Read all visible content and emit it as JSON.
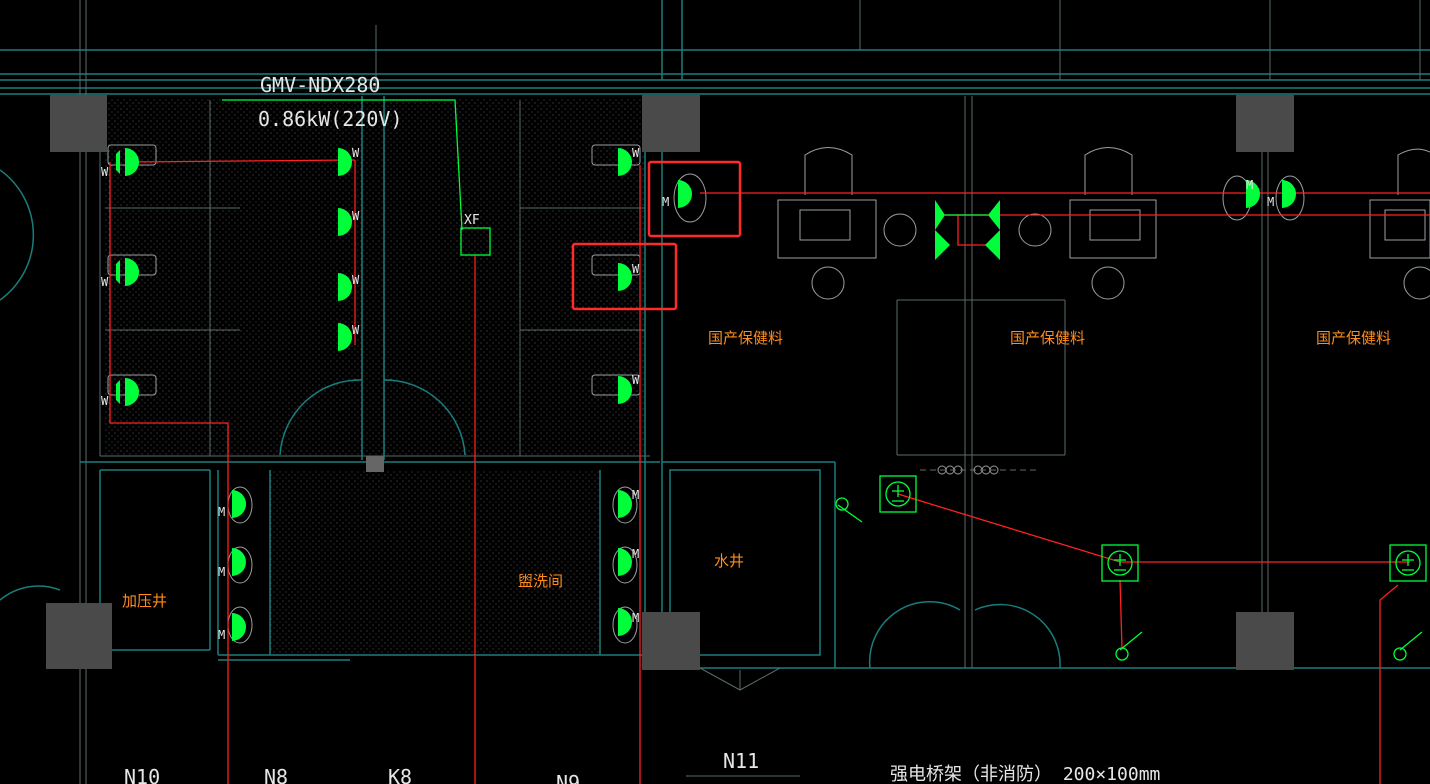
{
  "equipment": {
    "model": "GMV-NDX280",
    "power": "0.86kW(220V)"
  },
  "fan_tag": "XF",
  "rooms": [
    {
      "id": "r1",
      "label": "国产保健料"
    },
    {
      "id": "r2",
      "label": "国产保健料"
    },
    {
      "id": "r3",
      "label": "国产保健料"
    },
    {
      "id": "r4",
      "label": "盥洗间"
    },
    {
      "id": "r5",
      "label": "水井"
    },
    {
      "id": "r6",
      "label": "加压井"
    }
  ],
  "gridlines": {
    "n10": "N10",
    "n8": "N8",
    "k8": "K8",
    "n9": "N9",
    "n11": "N11"
  },
  "cable_tray": "强电桥架（非消防） 200×100mm",
  "marker_w": "W",
  "marker_m": "M",
  "colors": {
    "wall": "#1a7d7d",
    "red_line": "#ff2020",
    "green_device": "#00ff3a",
    "label_orange": "#ff8c1a",
    "highlight_box": "#ff2a2a",
    "column": "#4a4a4a"
  }
}
